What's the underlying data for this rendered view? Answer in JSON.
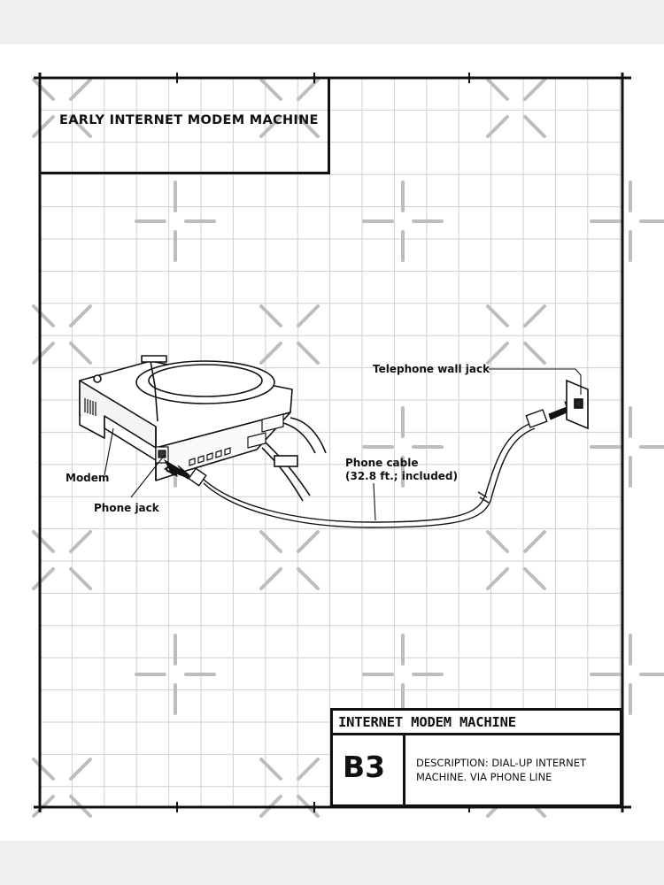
{
  "sheet_title": "EARLY INTERNET MODEM MACHINE",
  "callouts": {
    "wall_jack": "Telephone wall jack",
    "phone_cable": "Phone cable",
    "phone_cable_note": "(32.8 ft.; included)",
    "modem": "Modem",
    "phone_jack": "Phone jack"
  },
  "title_block": {
    "name": "INTERNET MODEM MACHINE",
    "code": "B3",
    "description_line1": "DESCRIPTION: DIAL-UP INTERNET",
    "description_line2": "MACHINE. VIA PHONE LINE"
  },
  "colors": {
    "ink": "#111111",
    "grid": "#cfcfcf",
    "crosshair": "#bdbdbd",
    "page_background": "#f0f0f0"
  }
}
